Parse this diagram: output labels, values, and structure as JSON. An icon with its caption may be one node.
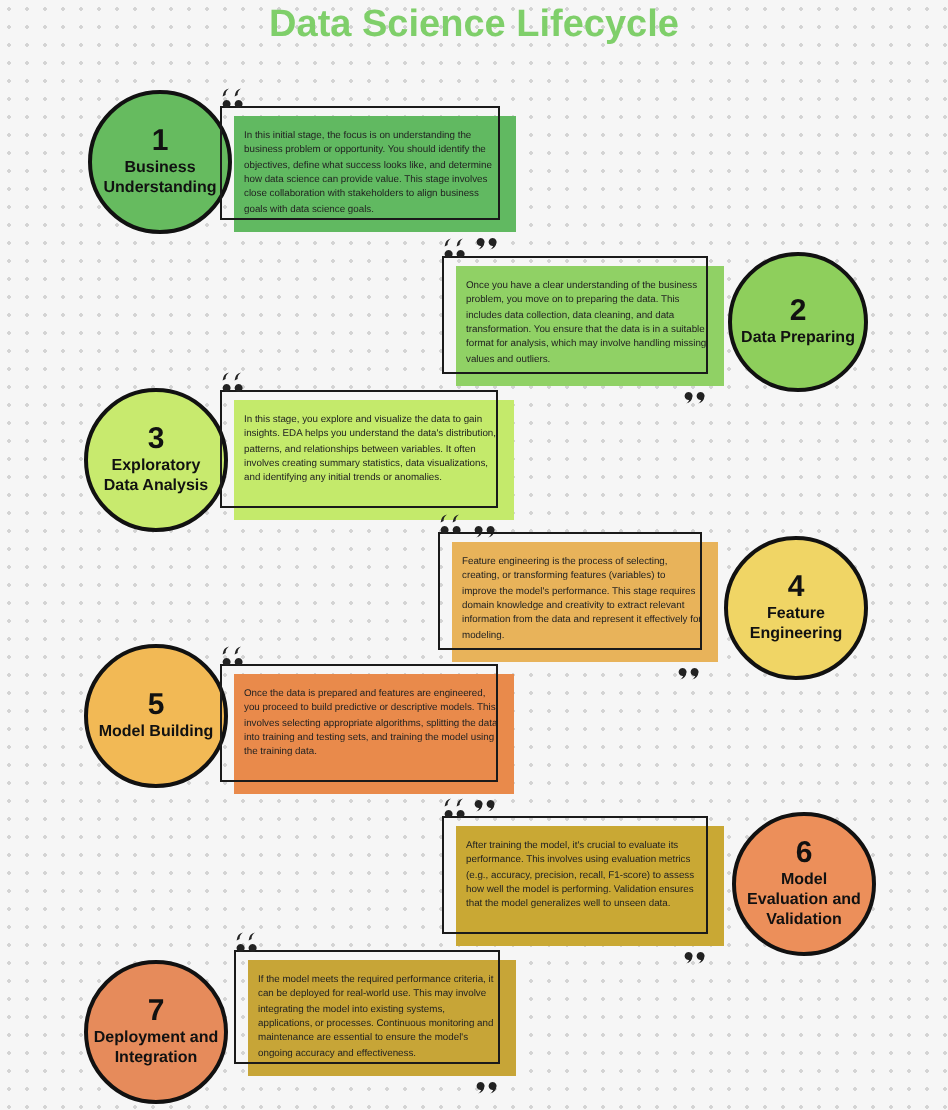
{
  "diagram": {
    "title": "Data Science Lifecycle",
    "nodes": [
      {
        "text": [
          "1",
          "Business Understanding"
        ]
      },
      {
        "text": [
          "In this initial stage, the focus is on understanding the business problem or opportunity. You should identify the objectives, define what success looks like, and determine how data science can provide value. This stage involves close collaboration with stakeholders to align business goals with data science goals."
        ]
      },
      {
        "text": [
          "2",
          "Data Preparing"
        ]
      },
      {
        "text": [
          "Once you have a clear understanding of the business problem, you move on to preparing the data. This includes data collection, data cleaning, and data transformation. You ensure that the data is in a suitable format for analysis, which may involve handling missing values and outliers."
        ]
      },
      {
        "text": [
          "3",
          "Exploratory Data Analysis"
        ]
      },
      {
        "text": [
          "In this stage, you explore and visualize the data to gain insights. EDA helps you understand the data's distribution, patterns, and relationships between variables. It often involves creating summary statistics, data visualizations, and identifying any initial trends or anomalies."
        ]
      },
      {
        "text": [
          "4",
          "Feature Engineering"
        ]
      },
      {
        "text": [
          "Feature engineering is the process of selecting, creating, or transforming features (variables) to improve the model's performance. This stage requires domain knowledge and creativity to extract relevant information from the data and represent it effectively for modeling."
        ]
      },
      {
        "text": [
          "5",
          "Model Building"
        ]
      },
      {
        "text": [
          "Once the data is prepared and features are engineered, you proceed to build predictive or descriptive models. This involves selecting appropriate algorithms, splitting the data into training and testing sets, and training the model using the training data."
        ]
      },
      {
        "text": [
          "6",
          "Model Evaluation and Validation"
        ]
      },
      {
        "text": [
          "After training the model, it's crucial to evaluate its performance. This involves using evaluation metrics (e.g., accuracy, precision, recall, F1-score) to assess how well the model is performing. Validation ensures that the model generalizes well to unseen data."
        ]
      },
      {
        "text": [
          "7",
          "Deployment and Integration"
        ]
      },
      {
        "text": [
          "If the model meets the required performance criteria, it can be deployed for real-world use. This may involve integrating the model into existing systems, applications, or processes. Continuous monitoring and maintenance are essential to ensure the model's ongoing accuracy and effectiveness."
        ]
      }
    ]
  }
}
